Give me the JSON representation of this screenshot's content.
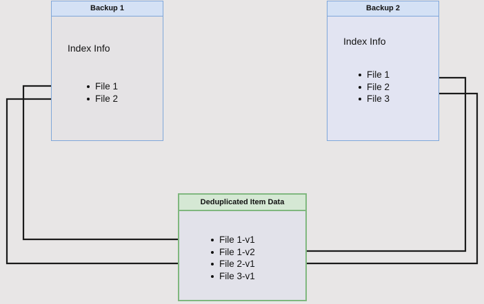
{
  "diagram": {
    "type": "deduplication-flow",
    "page_background": "#e8e6e6",
    "boxes": [
      {
        "id": "backup1",
        "title": "Backup 1",
        "subtitle": "Index Info",
        "header_fill": "#d4e1f5",
        "border": "#7ea6d9",
        "body_fill": "#e5e3e5",
        "items": [
          "File 1",
          "File 2"
        ]
      },
      {
        "id": "backup2",
        "title": "Backup 2",
        "subtitle": "Index Info",
        "header_fill": "#d4e1f5",
        "border": "#7ea6d9",
        "body_fill": "#e2e4f2",
        "items": [
          "File 1",
          "File 2",
          "File 3"
        ]
      },
      {
        "id": "dedup",
        "title": "Deduplicated Item Data",
        "header_fill": "#d5e8d4",
        "border": "#7fb77e",
        "body_fill": "#e2e2ea",
        "items": [
          "File 1-v1",
          "File 1-v2",
          "File 2-v1",
          "File 3-v1"
        ]
      }
    ],
    "connectors": [
      {
        "name": "backup1-file1-to-file1v1",
        "from": "Backup 1 / File 1",
        "to": "Deduplicated Item Data / File 1-v1",
        "color": "#1a1a1a"
      },
      {
        "name": "backup1-file2-to-file2v1",
        "from": "Backup 1 / File 2",
        "to": "Deduplicated Item Data / File 2-v1",
        "color": "#1a1a1a"
      },
      {
        "name": "backup2-file1-to-file1v2",
        "from": "Backup 2 / File 1",
        "to": "Deduplicated Item Data / File 1-v2",
        "color": "#1a1a1a"
      },
      {
        "name": "backup2-file2-to-file2v1",
        "from": "Backup 2 / File 2",
        "to": "Deduplicated Item Data / File 2-v1",
        "color": "#1a1a1a"
      }
    ]
  }
}
